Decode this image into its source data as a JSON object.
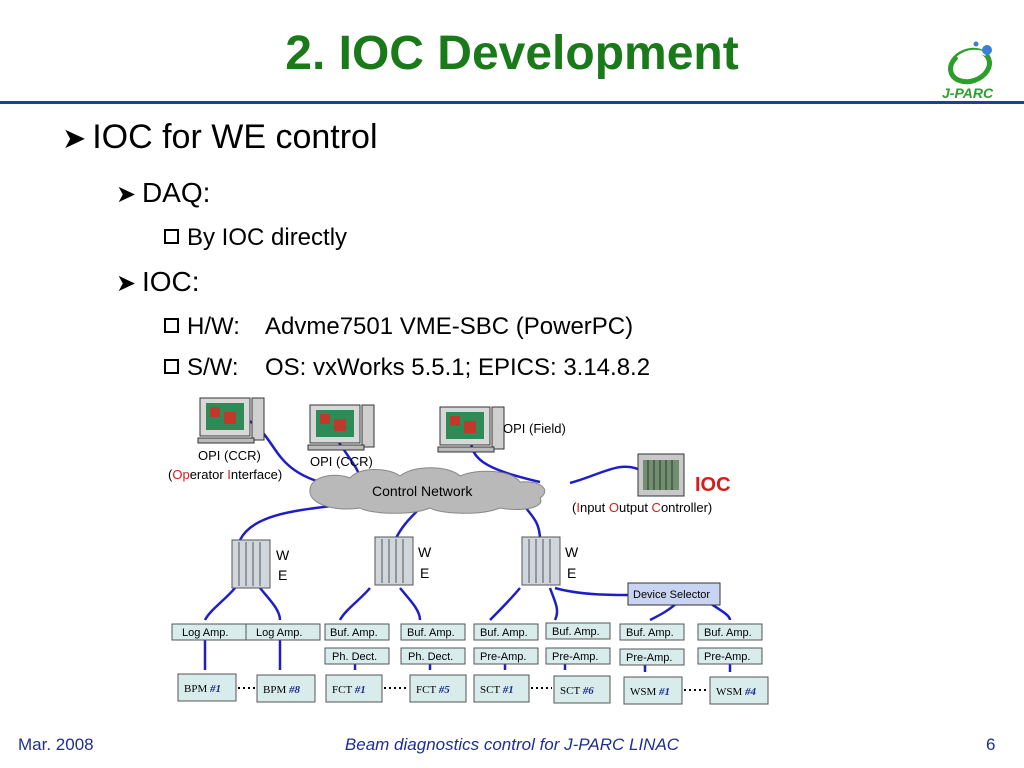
{
  "title": "2. IOC Development",
  "logo": {
    "text": "J-PARC"
  },
  "bullets": {
    "ioc_we": "IOC for WE control",
    "daq": "DAQ:",
    "daq_item": "By IOC directly",
    "ioc": "IOC:",
    "hw_label": "H/W:",
    "hw_value": "Advme7501 VME-SBC (PowerPC)",
    "sw_label": "S/W:",
    "sw_value": "OS: vxWorks 5.5.1; EPICS: 3.14.8.2"
  },
  "diagram": {
    "opi_field": "OPI (Field)",
    "opi_ccr_1": "OPI (CCR)",
    "opi_ccr_2": "OPI (CCR)",
    "opi_full": {
      "p": "(",
      "op": "Op",
      "erator": "erator ",
      "i": "I",
      "nterface": "nterface)"
    },
    "network": "Control Network",
    "ioc_label": "IOC",
    "ioc_full": {
      "p": "(",
      "i": "I",
      "nput": "nput ",
      "o": "O",
      "utput": "utput ",
      "c": "C",
      "ontroller": "ontroller)"
    },
    "we_w": "W",
    "we_e": "E",
    "device_selector": "Device Selector",
    "amps_row1": [
      "Log Amp.",
      "Log Amp.",
      "Buf. Amp.",
      "Buf. Amp.",
      "Buf. Amp.",
      "Buf. Amp.",
      "Buf. Amp.",
      "Buf. Amp."
    ],
    "amps_row2": [
      "Ph. Dect.",
      "Ph. Dect.",
      "Pre-Amp.",
      "Pre-Amp.",
      "Pre-Amp.",
      "Pre-Amp."
    ],
    "devices": [
      {
        "name": "BPM ",
        "num": "#1"
      },
      {
        "name": "BPM ",
        "num": "#8"
      },
      {
        "name": "FCT ",
        "num": "#1"
      },
      {
        "name": "FCT ",
        "num": "#5"
      },
      {
        "name": "SCT ",
        "num": "#1"
      },
      {
        "name": "SCT ",
        "num": "#6"
      },
      {
        "name": "WSM ",
        "num": "#1"
      },
      {
        "name": "WSM ",
        "num": "#4"
      }
    ]
  },
  "footer": {
    "date": "Mar. 2008",
    "center": "Beam diagnostics control for J-PARC LINAC",
    "page": "6"
  },
  "colors": {
    "title": "#1a7a1a",
    "rule": "#1f3fa0",
    "footer": "#1f2f8f",
    "accent_red": "#d81b1b",
    "network_cloud": "#b9b9b9"
  }
}
